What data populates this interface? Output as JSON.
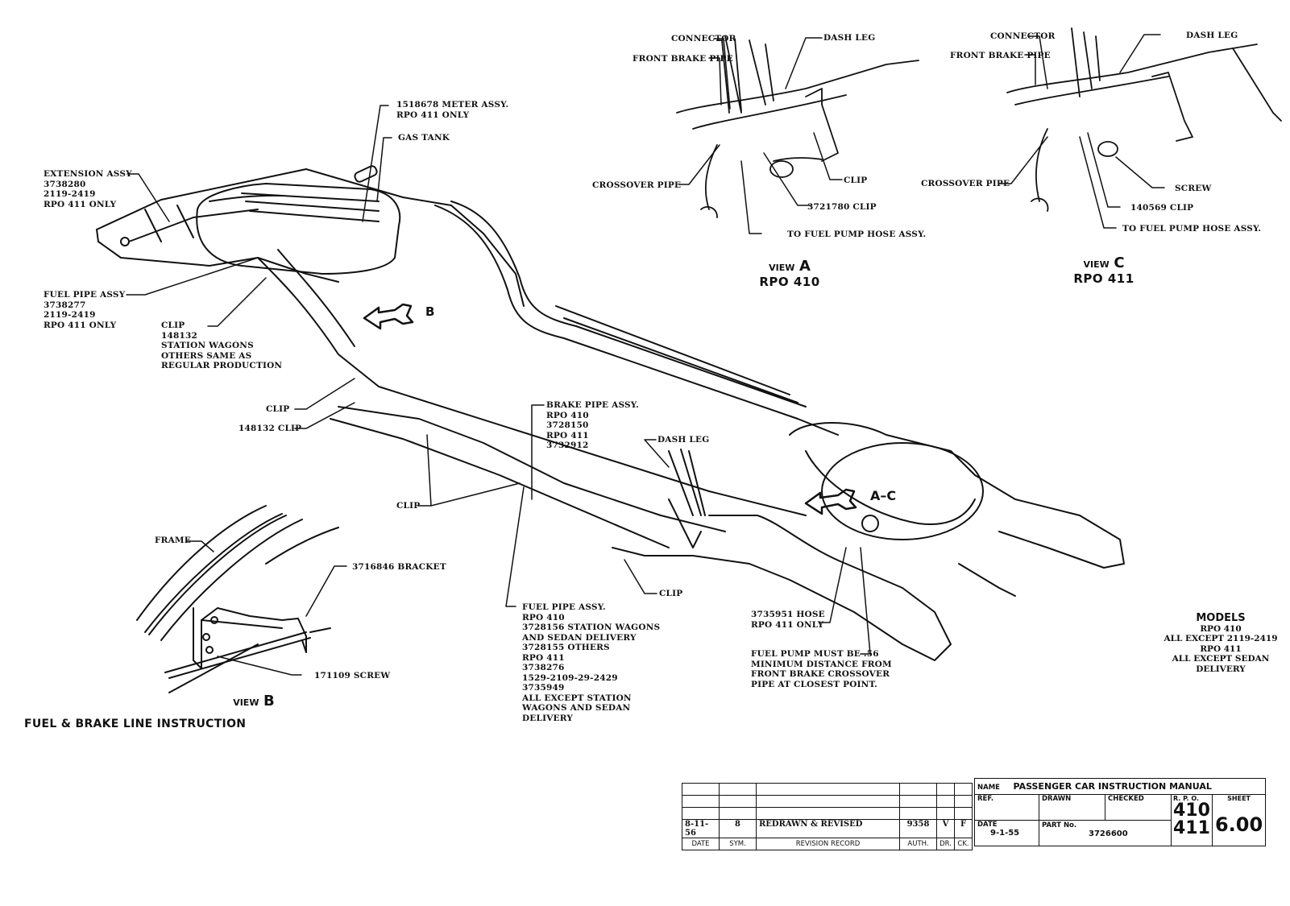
{
  "document": {
    "title": "FUEL & BRAKE LINE INSTRUCTION"
  },
  "main_labels": {
    "meter_assy": [
      "1518678 METER ASSY.",
      "RPO 411 ONLY"
    ],
    "gas_tank": "GAS TANK",
    "extension_assy": [
      "EXTENSION ASSY",
      "3738280",
      "2119-2419",
      "RPO 411 ONLY"
    ],
    "fuel_pipe_assy_rear": [
      "FUEL PIPE ASSY",
      "3738277",
      "2119-2419",
      "RPO 411 ONLY"
    ],
    "clip_148132": [
      "CLIP",
      "148132",
      "STATION WAGONS",
      "OTHERS SAME AS",
      "REGULAR PRODUCTION"
    ],
    "view_b_arrow": "B",
    "clip_upper": "CLIP",
    "clip_148132_short": "148132 CLIP",
    "clip_mid": "CLIP",
    "brake_pipe_assy": [
      "BRAKE PIPE ASSY.",
      "RPO 410",
      "3728150",
      "RPO 411",
      "3732912"
    ],
    "dash_leg_main": "DASH LEG",
    "view_ac_arrow": "A–C",
    "clip_lower": "CLIP",
    "fuel_pipe_assy_front": [
      "FUEL PIPE ASSY.",
      "RPO 410",
      "3728156 STATION WAGONS",
      "AND SEDAN DELIVERY",
      "3728155 OTHERS",
      "RPO 411",
      "3738276",
      "1529-2109-29-2429",
      "3735949",
      "ALL EXCEPT STATION",
      "WAGONS AND SEDAN",
      "DELIVERY"
    ],
    "hose": [
      "3735951 HOSE",
      "RPO 411 ONLY"
    ],
    "fuel_pump_note": [
      "FUEL PUMP MUST BE .56",
      "MINIMUM DISTANCE FROM",
      "FRONT BRAKE CROSSOVER",
      "PIPE AT CLOSEST POINT."
    ]
  },
  "view_a": {
    "connector": "CONNECTOR",
    "dash_leg": "DASH LEG",
    "front_brake_pipe": "FRONT BRAKE PIPE",
    "crossover_pipe": "CROSSOVER PIPE",
    "clip": "CLIP",
    "clip_3721780": "3721780 CLIP",
    "to_fuel_pump": "TO FUEL PUMP HOSE ASSY.",
    "caption_view": "VIEW",
    "caption_letter": "A",
    "caption_rpo": "RPO 410"
  },
  "view_c": {
    "connector": "CONNECTOR",
    "dash_leg": "DASH LEG",
    "front_brake_pipe": "FRONT BRAKE PIPE",
    "crossover_pipe": "CROSSOVER PIPE",
    "screw": "SCREW",
    "clip_140569": "140569 CLIP",
    "to_fuel_pump": "TO FUEL PUMP HOSE ASSY.",
    "caption_view": "VIEW",
    "caption_letter": "C",
    "caption_rpo": "RPO 411"
  },
  "view_b": {
    "frame": "FRAME",
    "bracket": "3716846 BRACKET",
    "screw": "171109 SCREW",
    "caption_view": "VIEW",
    "caption_letter": "B"
  },
  "models": {
    "heading": "MODELS",
    "lines": [
      "RPO 410",
      "ALL EXCEPT 2119-2419",
      "RPO 411",
      "ALL EXCEPT SEDAN",
      "DELIVERY"
    ]
  },
  "revision_record": {
    "headers": [
      "DATE",
      "SYM.",
      "REVISION RECORD",
      "AUTH.",
      "DR.",
      "CK."
    ],
    "rows": [
      {
        "date": "8-11-56",
        "sym": "8",
        "text": "REDRAWN & REVISED",
        "auth": "9358",
        "dr": "V",
        "ck": "F"
      }
    ]
  },
  "title_block": {
    "name_label": "NAME",
    "name_value": "PASSENGER CAR INSTRUCTION MANUAL",
    "ref_label": "REF.",
    "drawn_label": "DRAWN",
    "checked_label": "CHECKED",
    "rpo_label": "R. P. O.",
    "rpo_values": [
      "410",
      "411"
    ],
    "sheet_label": "SHEET",
    "sheet_value": "6.00",
    "date_label": "DATE",
    "date_value": "9-1-55",
    "part_label": "PART No.",
    "part_value": "3726600"
  }
}
